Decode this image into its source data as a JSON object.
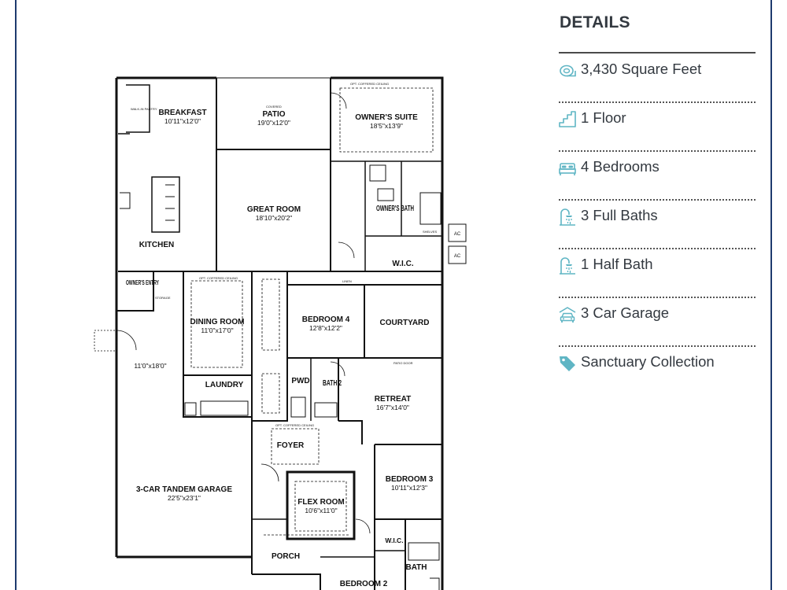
{
  "details": {
    "title": "DETAILS",
    "accent_color": "#5fb5c4",
    "items": [
      {
        "icon": "area-icon",
        "label": "3,430 Square Feet"
      },
      {
        "icon": "stairs-icon",
        "label": "1 Floor"
      },
      {
        "icon": "bed-icon",
        "label": "4 Bedrooms"
      },
      {
        "icon": "shower-icon",
        "label": "3 Full Baths"
      },
      {
        "icon": "shower-icon",
        "label": "1 Half Bath"
      },
      {
        "icon": "car-icon",
        "label": "3 Car Garage"
      },
      {
        "icon": "tag-icon",
        "label": "Sanctuary Collection"
      }
    ]
  },
  "plan": {
    "rooms": {
      "breakfast": {
        "name": "BREAKFAST",
        "dims": "10'11\"x12'0\""
      },
      "patio": {
        "name": "PATIO",
        "dims": "19'0\"x12'0\"",
        "note": "COVERED"
      },
      "owners_suite": {
        "name": "OWNER'S SUITE",
        "dims": "18'5\"x13'9\""
      },
      "kitchen": {
        "name": "KITCHEN"
      },
      "great_room": {
        "name": "GREAT ROOM",
        "dims": "18'10\"x20'2\""
      },
      "owners_bath": {
        "name": "OWNER'S BATH"
      },
      "wic": {
        "name": "W.I.C."
      },
      "owners_entry": {
        "name": "OWNER'S ENTRY"
      },
      "dining_room": {
        "name": "DINING ROOM",
        "dims": "11'0\"x17'0\""
      },
      "bedroom4": {
        "name": "BEDROOM 4",
        "dims": "12'8\"x12'2\""
      },
      "courtyard": {
        "name": "COURTYARD"
      },
      "laundry": {
        "name": "LAUNDRY"
      },
      "pwd": {
        "name": "PWD"
      },
      "bath2": {
        "name": "BATH 2"
      },
      "retreat": {
        "name": "RETREAT",
        "dims": "16'7\"x14'0\""
      },
      "garage_extra": {
        "dims": "11'0\"x18'0\""
      },
      "foyer": {
        "name": "FOYER"
      },
      "garage": {
        "name": "3-CAR TANDEM GARAGE",
        "dims": "22'5\"x23'1\""
      },
      "flex_room": {
        "name": "FLEX ROOM",
        "dims": "10'6\"x11'0\""
      },
      "bedroom3": {
        "name": "BEDROOM 3",
        "dims": "10'11\"x12'3\""
      },
      "wic2": {
        "name": "W.I.C."
      },
      "porch": {
        "name": "PORCH"
      },
      "bath": {
        "name": "BATH"
      },
      "bedroom2": {
        "name": "BEDROOM 2"
      }
    },
    "ac": [
      "AC",
      "AC"
    ],
    "notes": {
      "walkin_pantry": "WALK-IN PANTRY",
      "opt_coffered": "OPT. COFFERED CEILING",
      "storage": "STORAGE",
      "linen": "LINEN",
      "shelves": "SHELVES",
      "patio_door": "PATIO DOOR"
    }
  }
}
